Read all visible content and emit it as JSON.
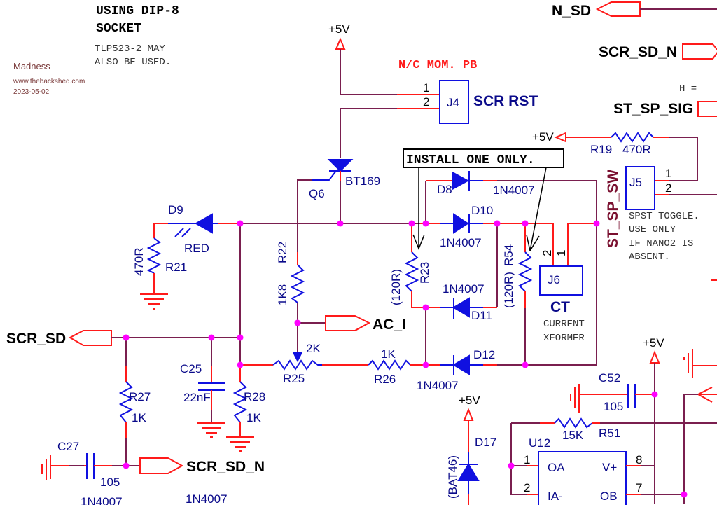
{
  "watermark": {
    "author": "Madness",
    "site": "www.thebackshed.com",
    "date": "2023-05-02"
  },
  "notes": {
    "dip_line1": "USING DIP-8",
    "dip_line2": "SOCKET",
    "tlp_line1": "TLP523-2 MAY",
    "tlp_line2": "ALSO BE USED.",
    "nc_mom_pb": "N/C MOM. PB",
    "install_one_only": "INSTALL ONE ONLY.",
    "spst_line1": "SPST TOGGLE.",
    "spst_line2": "USE ONLY",
    "spst_line3": "IF NANO2 IS",
    "spst_line4": "ABSENT.",
    "h_eq": "H =",
    "ct_line1": "CURRENT",
    "ct_line2": "XFORMER"
  },
  "nets": {
    "n_sd": "N_SD",
    "scr_sd_n_top": "SCR_SD_N",
    "st_sp_sig": "ST_SP_SIG",
    "st_sp_sw": "ST_SP_SW",
    "scr_sd": "SCR_SD",
    "scr_sd_n": "SCR_SD_N",
    "ac_i": "AC_I",
    "vcc": "+5V"
  },
  "components": {
    "j4": {
      "ref": "J4",
      "name": "SCR RST",
      "pin1": "1",
      "pin2": "2"
    },
    "j5": {
      "ref": "J5",
      "pin1": "1",
      "pin2": "2"
    },
    "j6": {
      "ref": "J6",
      "name": "CT",
      "pin1": "1",
      "pin2": "2"
    },
    "q6": {
      "ref": "Q6",
      "value": "BT169"
    },
    "r19": {
      "ref": "R19",
      "value": "470R"
    },
    "d8": {
      "ref": "D8",
      "value": "1N4007"
    },
    "d10": {
      "ref": "D10",
      "value": "1N4007"
    },
    "d11": {
      "ref": "D11",
      "value": "1N4007"
    },
    "d12": {
      "ref": "D12",
      "value": "1N4007"
    },
    "d9": {
      "ref": "D9",
      "value": "RED"
    },
    "r21": {
      "ref": "R21",
      "value": "470R"
    },
    "r22": {
      "ref": "R22",
      "value": "1K8"
    },
    "r23": {
      "ref": "R23",
      "value": "(120R)"
    },
    "r54": {
      "ref": "R54",
      "value": "(120R)"
    },
    "r25": {
      "ref": "R25",
      "value": "2K"
    },
    "r26": {
      "ref": "R26",
      "value": "1K"
    },
    "r27": {
      "ref": "R27",
      "value": "1K"
    },
    "r28": {
      "ref": "R28",
      "value": "1K"
    },
    "c25": {
      "ref": "C25",
      "value": "22nF"
    },
    "c27": {
      "ref": "C27",
      "value": "105"
    },
    "c52": {
      "ref": "C52",
      "value": "105"
    },
    "r51": {
      "ref": "R51",
      "value": "15K"
    },
    "d17": {
      "ref": "D17",
      "value": "(BAT46)"
    },
    "u12": {
      "ref": "U12",
      "pin1": "1",
      "pin2": "2",
      "pin8": "8",
      "pin7": "7",
      "oa": "OA",
      "ia": "IA-",
      "vp": "V+",
      "ob": "OB"
    }
  },
  "stray_labels": {
    "bottom_left_1": "1N4007",
    "bottom_left_2": "1N4007"
  }
}
